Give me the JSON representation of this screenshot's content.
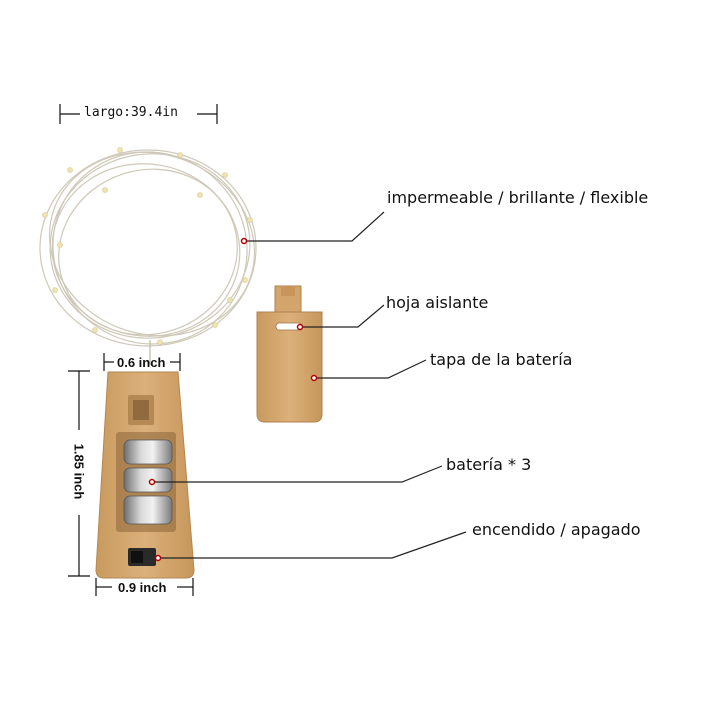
{
  "dimensions": {
    "length": "largo:39.4in",
    "top_width": "0.6 inch",
    "height": "1.85 inch",
    "bottom_width": "0.9 inch"
  },
  "callouts": {
    "waterproof": "impermeable / brillante / flexible",
    "insulating_sheet": "hoja aislante",
    "battery_cover": "tapa de la batería",
    "battery": "batería * 3",
    "switch": "encendido / apagado"
  },
  "colors": {
    "cork": "#d8ab72",
    "cork_dark": "#b98a52",
    "battery_metal": "#9a9a9a",
    "wire": "#c9c2b4",
    "callout_line": "#222222",
    "marker": "#b00000"
  }
}
